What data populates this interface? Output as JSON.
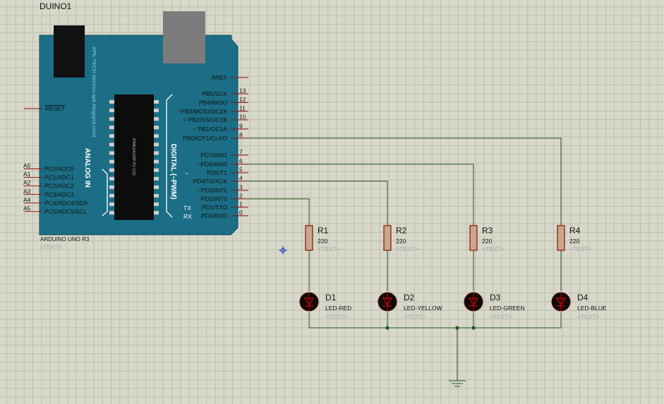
{
  "arduino": {
    "title": "DUINO1",
    "name": "ARDUINO UNO R3",
    "text_placeholder": "<TEXT>",
    "brand_vertical": "APK-TECH (techno-apk.blogspot.com)",
    "chip_label": "ATMEGA328P-PU 1121",
    "analog_header": "ANALOG IN",
    "digital_header": "DIGITAL (~PWM)",
    "aref": "AREF",
    "reset": "RESET",
    "analog_pins": [
      {
        "label": "A0",
        "pin": "PC0/ADC0"
      },
      {
        "label": "A1",
        "pin": "PC1/ADC1"
      },
      {
        "label": "A2",
        "pin": "PC2/ADC2"
      },
      {
        "label": "A3",
        "pin": "PC3/ADC3"
      },
      {
        "label": "A4",
        "pin": "PC4/ADC4/SDA"
      },
      {
        "label": "A5",
        "pin": "PC5/ADC5/SCL"
      }
    ],
    "digital_pins": [
      {
        "num": "13",
        "pin": "PB5/SCK"
      },
      {
        "num": "12",
        "pin": "PB4/MISO"
      },
      {
        "num": "11",
        "pin": "~PB3/MOSI/OC2A"
      },
      {
        "num": "10",
        "pin": "~ PB2/SS/OC1B"
      },
      {
        "num": "9",
        "pin": "~ PB1/OC1A"
      },
      {
        "num": "8",
        "pin": "PB0/ICP1/CLKO"
      },
      {
        "num": "7",
        "pin": "PD7/AIN1"
      },
      {
        "num": "6",
        "pin": "~PD6/AIN0"
      },
      {
        "num": "5",
        "pin": "PD5/T1"
      },
      {
        "num": "4",
        "pin": "PD4/T0/XCK"
      },
      {
        "num": "3",
        "pin": "~PD3/INT1"
      },
      {
        "num": "2",
        "pin": "PD2/INT0"
      },
      {
        "num": "1",
        "pin": "PD1/TXD"
      },
      {
        "num": "0",
        "pin": "PD0/RXD"
      }
    ],
    "tilde": "~",
    "tx": "TX",
    "rx": "RX"
  },
  "resistors": [
    {
      "ref": "R1",
      "value": "220",
      "text": "<TEXT>"
    },
    {
      "ref": "R2",
      "value": "220",
      "text": "<TEXT>"
    },
    {
      "ref": "R3",
      "value": "220",
      "text": "<TEXT>"
    },
    {
      "ref": "R4",
      "value": "220",
      "text": "<TEXT>"
    }
  ],
  "leds": [
    {
      "ref": "D1",
      "value": "LED-RED",
      "text": "<TEXT>"
    },
    {
      "ref": "D2",
      "value": "LED-YELLOW",
      "text": "<TEXT>"
    },
    {
      "ref": "D3",
      "value": "LED-GREEN",
      "text": "<TEXT>"
    },
    {
      "ref": "D4",
      "value": "LED-BLUE",
      "text": "<TEXT>"
    }
  ],
  "colors": {
    "board": "#1b6e86",
    "wire": "#1f5a1f",
    "pin": "#8a1010",
    "led": "#c00000",
    "component_body": "#c8a888",
    "component_stroke": "#8a1010"
  }
}
